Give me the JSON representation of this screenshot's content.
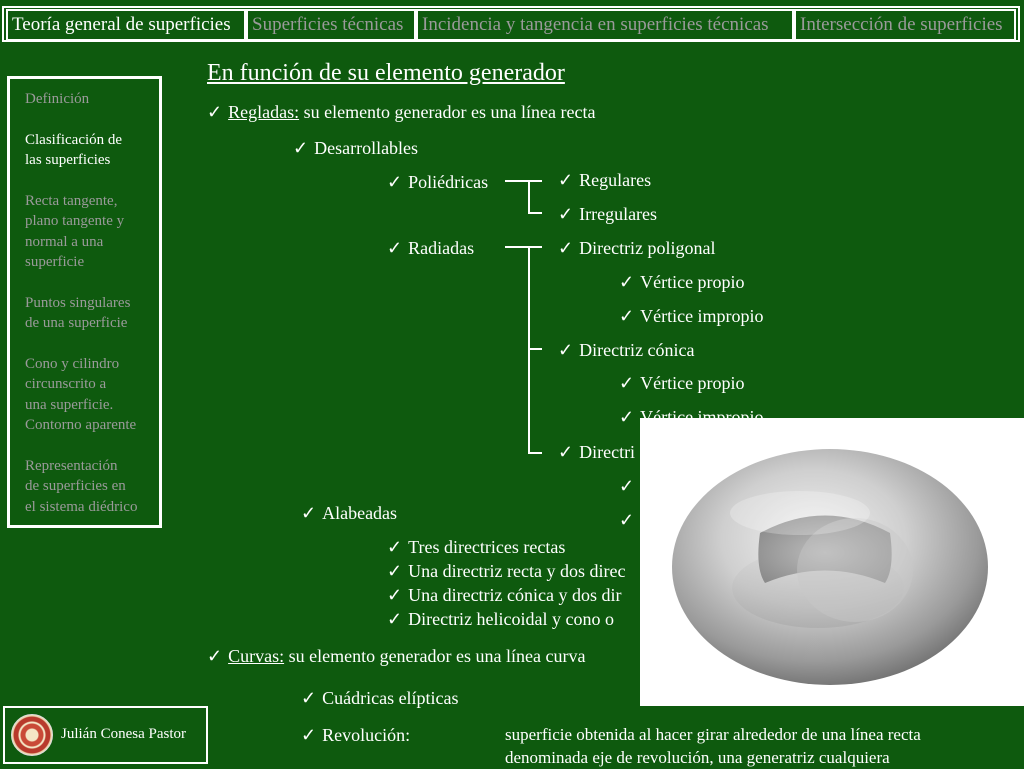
{
  "tabs": [
    {
      "label": "Teoría general de superficies",
      "active": true
    },
    {
      "label": "Superficies técnicas",
      "active": false
    },
    {
      "label": "Incidencia y tangencia en superficies técnicas",
      "active": false
    },
    {
      "label": "Intersección de superficies",
      "active": false
    }
  ],
  "nav": [
    {
      "label": "Definición",
      "active": false
    },
    {
      "label": "Clasificación de\nlas superficies",
      "active": true
    },
    {
      "label": "Recta tangente,\nplano tangente y\nnormal a una\nsuperficie",
      "active": false
    },
    {
      "label": "Puntos singulares\nde una superficie",
      "active": false
    },
    {
      "label": "Cono y cilindro\ncircunscrito a\nuna superficie.\nContorno aparente",
      "active": false
    },
    {
      "label": "Representación\nde superficies en\nel sistema diédrico",
      "active": false
    }
  ],
  "author": {
    "name": "Julián Conesa Pastor",
    "seal_icon": "university-seal-icon"
  },
  "content": {
    "title": "En función de su elemento generador",
    "check": "✓",
    "regladas_label": "Regladas:",
    "regladas_text": " su elemento generador es una línea recta",
    "desarrollables": "Desarrollables",
    "poliedricas": "Poliédricas",
    "regulares": "Regulares",
    "irregulares": "Irregulares",
    "radiadas": "Radiadas",
    "directriz_poligonal": "Directriz poligonal",
    "vertice_propio_1": "Vértice propio",
    "vertice_impropio_1": "Vértice impropio",
    "directriz_conica": "Directriz cónica",
    "vertice_propio_2": "Vértice propio",
    "vertice_impropio_2": "Vértice impropio",
    "directriz_3": "Directri",
    "alabeadas": "Alabeadas",
    "tres_directrices": "Tres directrices rectas",
    "una_recta_dos": "Una directriz recta y dos direc",
    "una_conica_dos": "Una directriz cónica y dos dir",
    "helicoidal": "Directriz helicoidal y cono o",
    "curvas_label": "Curvas:",
    "curvas_text": " su elemento generador es una línea curva",
    "cuadricas": "Cuádricas elípticas",
    "revolucion": "Revolución:",
    "revolucion_desc_1": "superficie obtenida al hacer girar alrededor de una línea recta",
    "revolucion_desc_2": "denominada eje de revolución, una generatriz cualquiera"
  },
  "image": {
    "subject": "torus"
  }
}
